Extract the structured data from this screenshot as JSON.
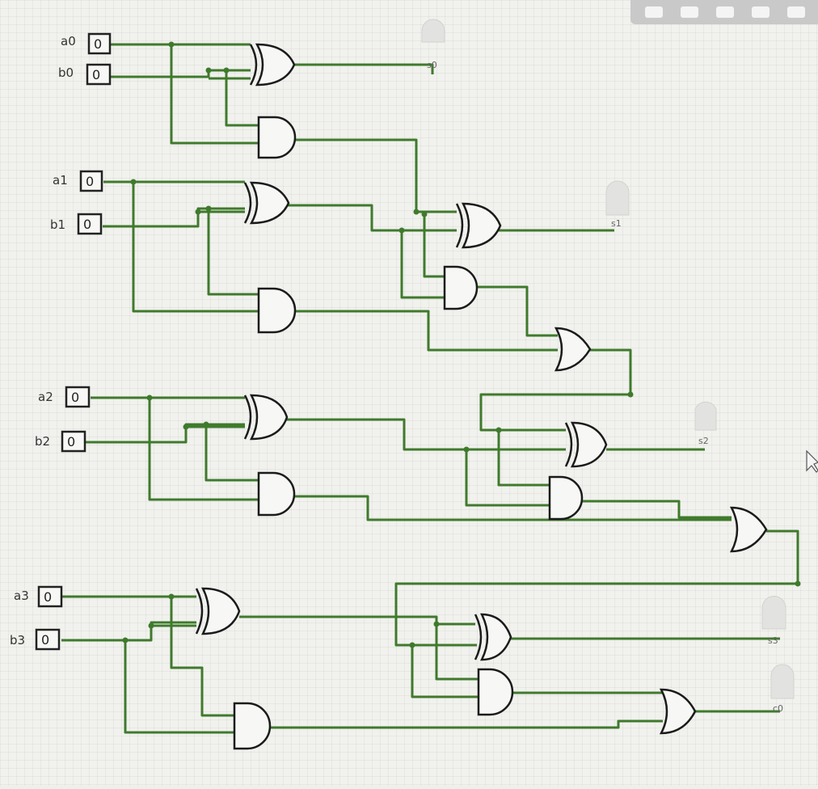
{
  "inputs": [
    {
      "name": "a0",
      "value": "0"
    },
    {
      "name": "b0",
      "value": "0"
    },
    {
      "name": "a1",
      "value": "0"
    },
    {
      "name": "b1",
      "value": "0"
    },
    {
      "name": "a2",
      "value": "0"
    },
    {
      "name": "b2",
      "value": "0"
    },
    {
      "name": "a3",
      "value": "0"
    },
    {
      "name": "b3",
      "value": "0"
    }
  ],
  "outputs": [
    {
      "name": "s0"
    },
    {
      "name": "s1"
    },
    {
      "name": "s2"
    },
    {
      "name": "s3"
    },
    {
      "name": "c0"
    }
  ],
  "colors": {
    "wire": "#3f7a2c",
    "gate": "#1b1b1b",
    "background": "#f1f1ee"
  },
  "toolbar_icons": [
    "zoom-icon",
    "cloud-icon",
    "save-icon",
    "trash-icon",
    "menu-icon"
  ]
}
